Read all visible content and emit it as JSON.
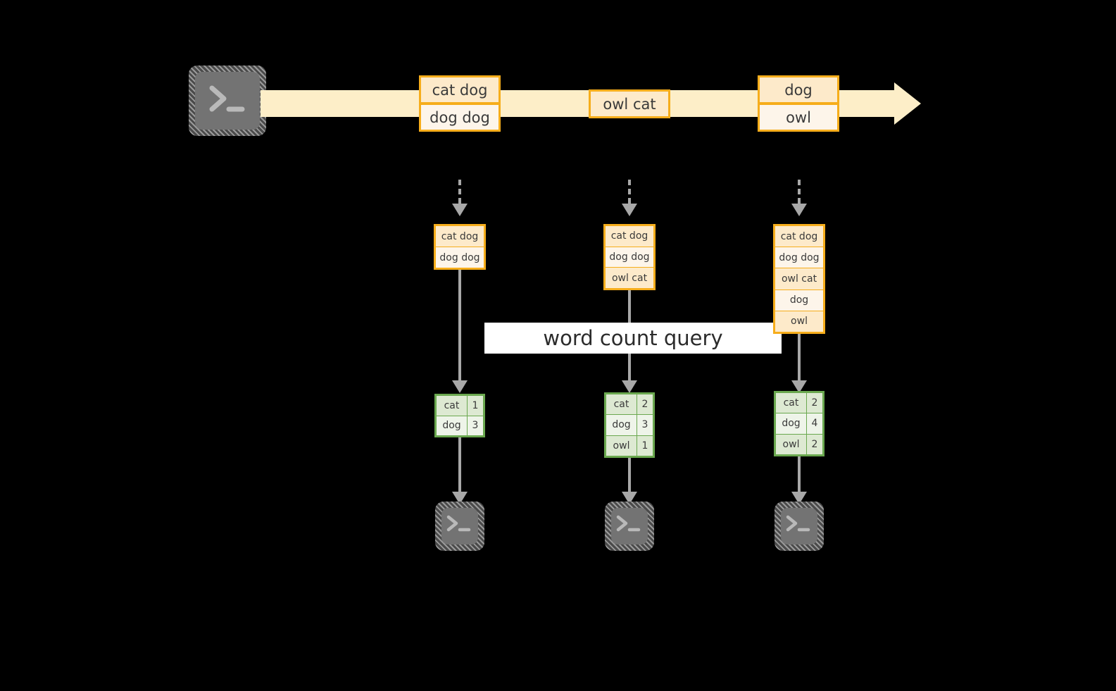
{
  "diagram": {
    "title_label": "word count query",
    "colors": {
      "background": "#000000",
      "stream_band": "#fdeec8",
      "event_border": "#f6ad1b",
      "event_fill": "#fdeaca",
      "event_fill_alt": "#fdf5ea",
      "result_border": "#6aa84f",
      "result_fill": "#dde9d2",
      "result_fill_alt": "#eef4e9",
      "connector": "#a8a8a8",
      "terminal_face": "#737373",
      "label_band": "#ffffff"
    }
  },
  "stream": {
    "source_icon": "terminal-icon",
    "events": [
      {
        "lines": [
          "cat dog",
          "dog dog"
        ]
      },
      {
        "lines": [
          "owl cat"
        ]
      },
      {
        "lines": [
          "dog",
          "owl"
        ]
      }
    ]
  },
  "snapshots": [
    {
      "accumulated": [
        "cat dog",
        "dog dog"
      ],
      "results": {
        "rows": [
          {
            "word": "cat",
            "count": "1"
          },
          {
            "word": "dog",
            "count": "3"
          }
        ]
      },
      "sink_icon": "terminal-icon"
    },
    {
      "accumulated": [
        "cat dog",
        "dog dog",
        "owl cat"
      ],
      "results": {
        "rows": [
          {
            "word": "cat",
            "count": "2"
          },
          {
            "word": "dog",
            "count": "3"
          },
          {
            "word": "owl",
            "count": "1"
          }
        ]
      },
      "sink_icon": "terminal-icon"
    },
    {
      "accumulated": [
        "cat dog",
        "dog dog",
        "owl cat",
        "dog",
        "owl"
      ],
      "results": {
        "rows": [
          {
            "word": "cat",
            "count": "2"
          },
          {
            "word": "dog",
            "count": "4"
          },
          {
            "word": "owl",
            "count": "2"
          }
        ]
      },
      "sink_icon": "terminal-icon"
    }
  ]
}
